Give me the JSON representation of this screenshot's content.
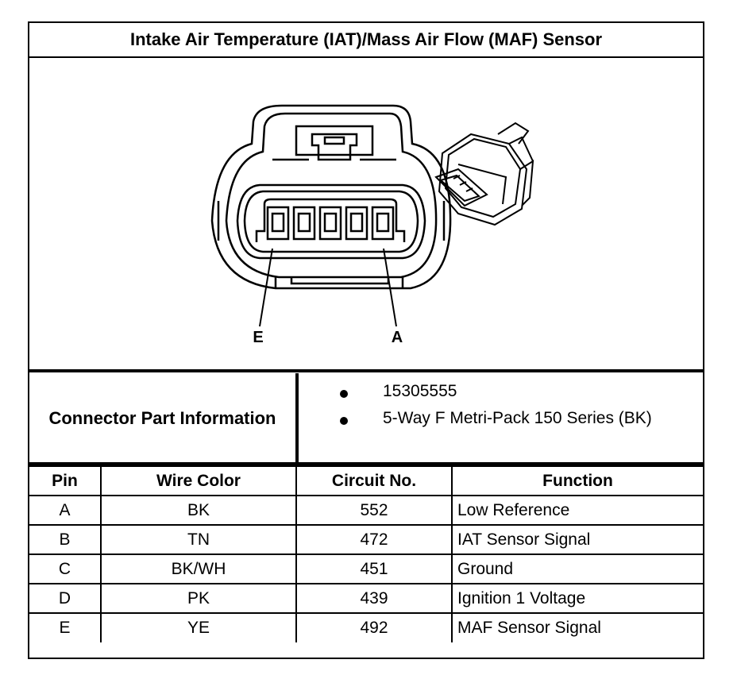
{
  "title": "Intake Air Temperature (IAT)/Mass Air Flow (MAF) Sensor",
  "diagram": {
    "pin_label_left": "E",
    "pin_label_right": "A"
  },
  "part_info": {
    "label": "Connector Part Information",
    "items": [
      "15305555",
      "5-Way F Metri-Pack 150 Series (BK)"
    ]
  },
  "pin_table": {
    "headers": [
      "Pin",
      "Wire Color",
      "Circuit No.",
      "Function"
    ],
    "rows": [
      [
        "A",
        "BK",
        "552",
        "Low Reference"
      ],
      [
        "B",
        "TN",
        "472",
        "IAT Sensor Signal"
      ],
      [
        "C",
        "BK/WH",
        "451",
        "Ground"
      ],
      [
        "D",
        "PK",
        "439",
        "Ignition 1 Voltage"
      ],
      [
        "E",
        "YE",
        "492",
        "MAF Sensor Signal"
      ]
    ]
  }
}
